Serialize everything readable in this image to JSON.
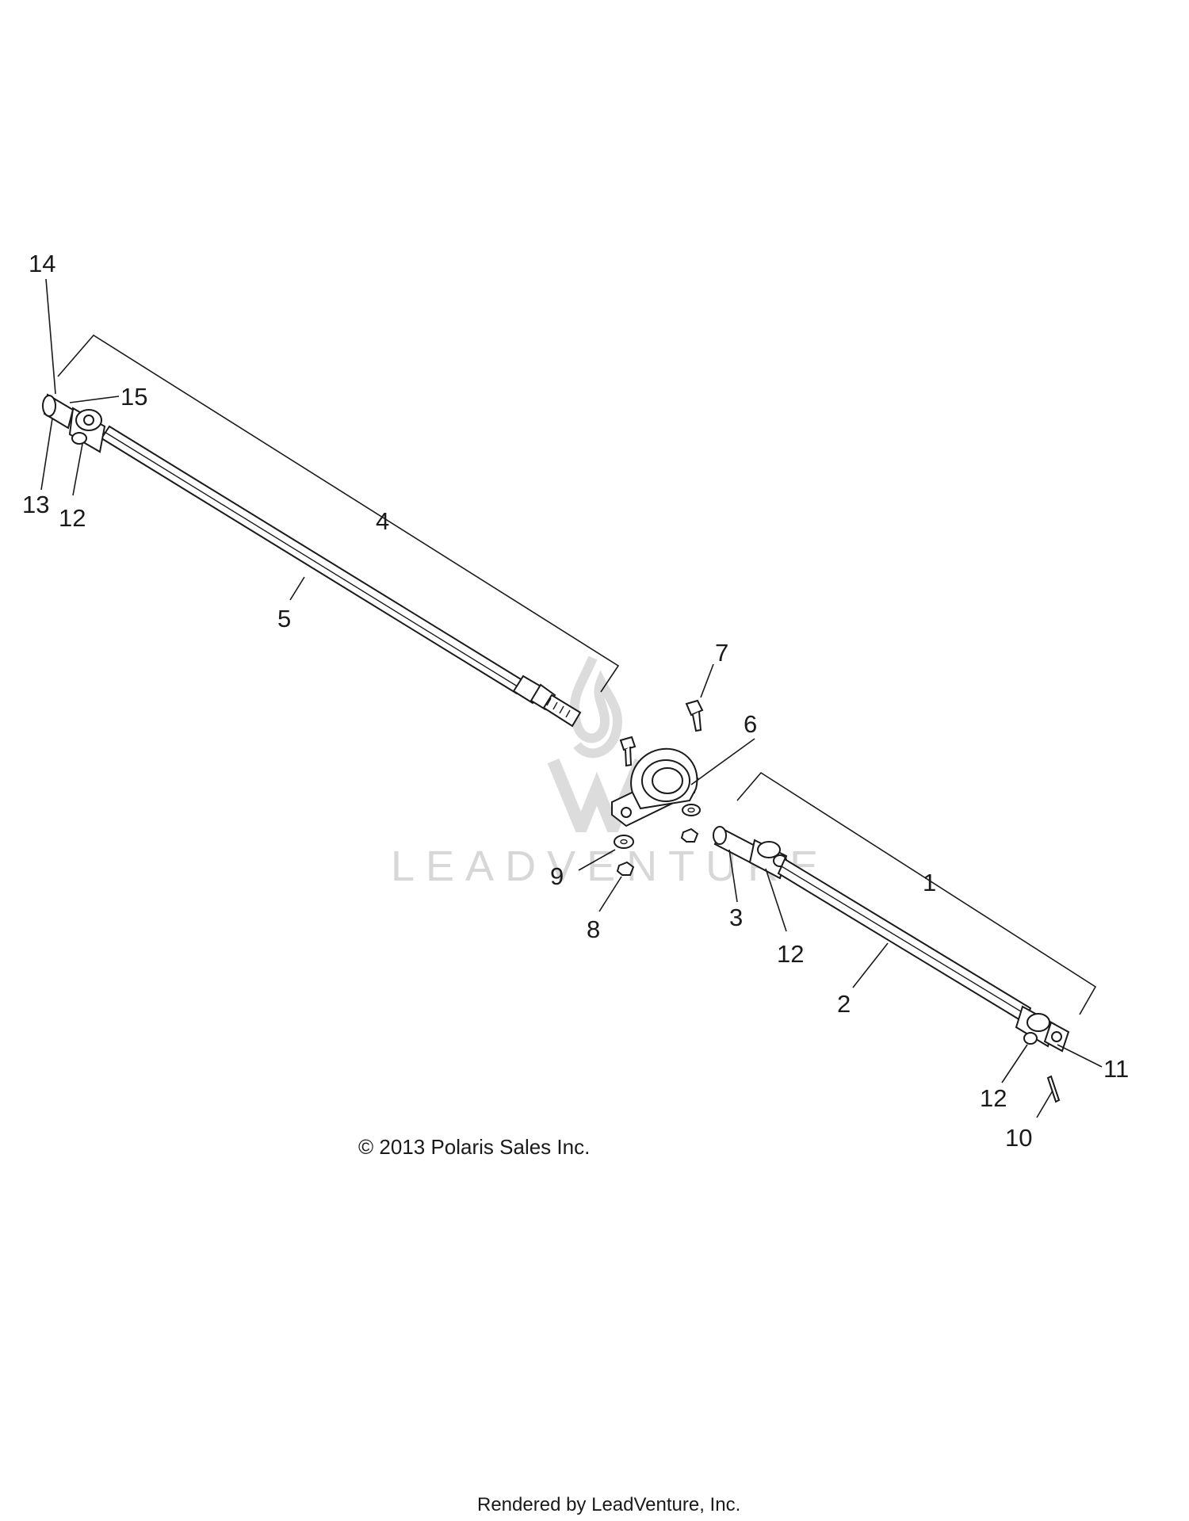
{
  "callouts": [
    "1",
    "2",
    "3",
    "4",
    "5",
    "6",
    "7",
    "8",
    "9",
    "10",
    "11",
    "12",
    "13",
    "14",
    "15"
  ],
  "labels": {
    "c1": "1",
    "c2": "2",
    "c3": "3",
    "c4": "4",
    "c5": "5",
    "c6": "6",
    "c7": "7",
    "c8": "8",
    "c9": "9",
    "c10": "10",
    "c11": "11",
    "c12a": "12",
    "c12b": "12",
    "c12c": "12",
    "c13": "13",
    "c14": "14",
    "c15": "15"
  },
  "copyright": "© 2013 Polaris Sales Inc.",
  "watermark": "LEADVENTURE",
  "footer": "Rendered by LeadVenture, Inc.",
  "colors": {
    "line": "#1a1a1a",
    "watermark": "#d7d7d7"
  }
}
